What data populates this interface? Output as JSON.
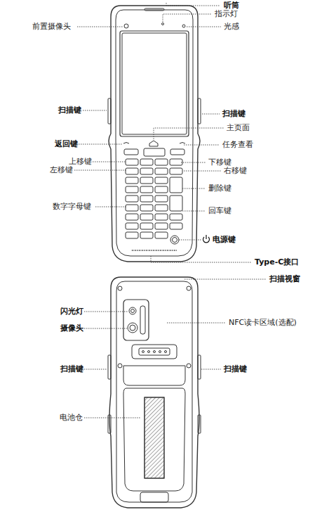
{
  "diagram": {
    "labels": [
      "听筒",
      "指示灯",
      "前置摄像头",
      "光感",
      "扫描键",
      "扫描键",
      "主页面",
      "返回键",
      "任务查看",
      "上移键",
      "下移键",
      "左移键",
      "右移键",
      "删除键",
      "数字字母键",
      "回车键",
      "电源键",
      "Type-C接口",
      "扫描视窗",
      "闪光灯",
      "NFC读卡区域(选配)",
      "摄像头",
      "扫描键",
      "扫描键",
      "电池仓"
    ]
  }
}
